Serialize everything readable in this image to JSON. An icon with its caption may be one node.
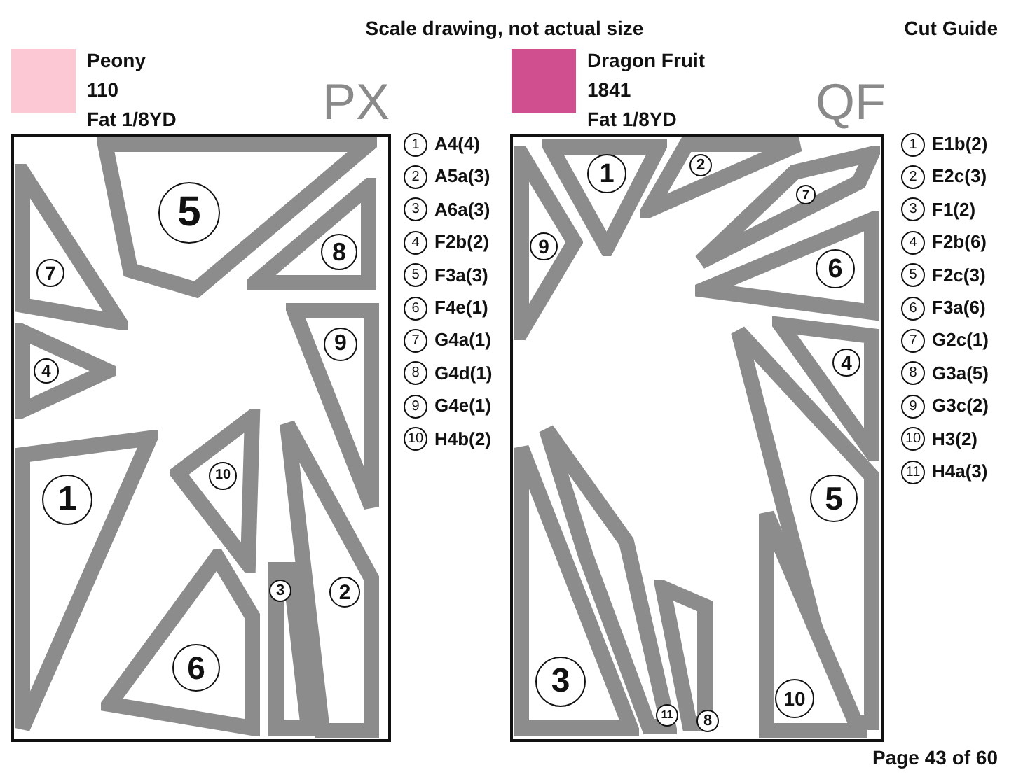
{
  "diagram": {
    "title": "Scale drawing, not actual size",
    "nodes": [
      {
        "text": [
          "PX"
        ]
      },
      {
        "text": [
          "5"
        ],
        "in": 0
      },
      {
        "text": [
          "8"
        ],
        "in": 0
      },
      {
        "text": [
          "7"
        ],
        "in": 0
      },
      {
        "text": [
          "9"
        ],
        "in": 0
      },
      {
        "text": [
          "4"
        ],
        "in": 0
      },
      {
        "text": [
          "10"
        ],
        "in": 0
      },
      {
        "text": [
          "1"
        ],
        "in": 0
      },
      {
        "text": [
          "3"
        ],
        "in": 0
      },
      {
        "text": [
          "2"
        ],
        "in": 0
      },
      {
        "text": [
          "6"
        ],
        "in": 0
      },
      {
        "text": [
          "QF"
        ]
      },
      {
        "text": [
          "2"
        ],
        "in": 11
      },
      {
        "text": [
          "1"
        ],
        "in": 11
      },
      {
        "text": [
          "7"
        ],
        "in": 11
      },
      {
        "text": [
          "9"
        ],
        "in": 11
      },
      {
        "text": [
          "6"
        ],
        "in": 11
      },
      {
        "text": [
          "4"
        ],
        "in": 11
      },
      {
        "text": [
          "5"
        ],
        "in": 11
      },
      {
        "text": [
          "3"
        ],
        "in": 11
      },
      {
        "text": [
          "10"
        ],
        "in": 11
      },
      {
        "text": [
          "11"
        ],
        "in": 11
      },
      {
        "text": [
          "8"
        ],
        "in": 11
      }
    ],
    "labels": [
      "Cut Guide",
      "110",
      "Fat 1/8YD",
      "1841",
      "Fat 1/8YD",
      "1",
      "A4(4)",
      "2",
      "A5a(3)",
      "3",
      "A6a(3)",
      "4",
      "F2b(2)",
      "5",
      "F3a(3)",
      "6",
      "F4e(1)",
      "7",
      "G4a(1)",
      "8",
      "G4d(1)",
      "9",
      "G4e(1)",
      "10",
      "H4b(2)",
      "1",
      "E1b(2)",
      "2",
      "E2c(3)",
      "3",
      "F1(2)",
      "4",
      "F2b(6)",
      "5",
      "F2c(3)",
      "6",
      "F3a(6)",
      "7",
      "G2c(1)",
      "8",
      "G3a(5)",
      "9",
      "G3c(2)",
      "10",
      "H3(2)",
      "11",
      "H4a(3)",
      "Page 43 of 60"
    ],
    "legend": [
      {
        "text": "Peony",
        "color": "#fbc8d3"
      },
      {
        "text": "Dragon Fruit",
        "color": "#d0508f"
      }
    ]
  }
}
